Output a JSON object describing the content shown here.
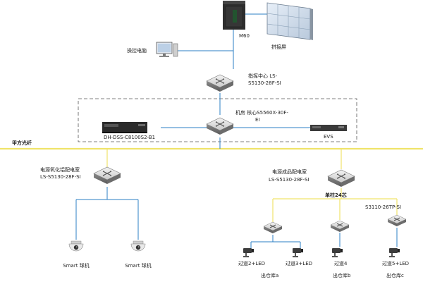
{
  "labels": {
    "m60": "M60",
    "video_wall": "拼接屏",
    "operator_pc": "操控电脑",
    "center_switch_a": "指挥中心 LS-",
    "center_switch_b": "S5130-28F-SI",
    "core_a": "机房  核心S5560X-30F-",
    "core_b": "EI",
    "nvr": "DH-DSS-C8100S2-B1",
    "evs": "EVS",
    "backbone": "甲方光纤",
    "left_room_a": "电源氧化铝配电室",
    "left_room_b": "LS-S5130-28F-SI",
    "right_room_a": "电源成品配电室",
    "right_room_b": "LS-S5130-28F-SI",
    "pole": "单柱24芯",
    "s3110": "S3110-26TP-SI",
    "cam1": "Smart 球机",
    "cam2": "Smart 球机",
    "aisle2": "过道2+LED",
    "aisle3": "过道3+LED",
    "aisle4": "过道4",
    "aisle5": "过道5+LED",
    "sub1": "出仓库a",
    "sub2": "出仓库b",
    "sub3": "出仓库c"
  },
  "colors": {
    "link": "#2b7fc4",
    "fiber": "#f0e36a",
    "dashed_box": "#555555"
  }
}
